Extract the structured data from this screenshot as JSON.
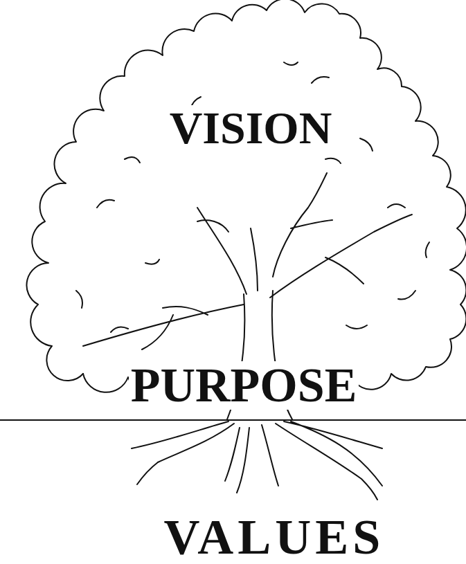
{
  "diagram": {
    "labels": [
      "VISION",
      "PURPOSE",
      "VALUES"
    ]
  }
}
